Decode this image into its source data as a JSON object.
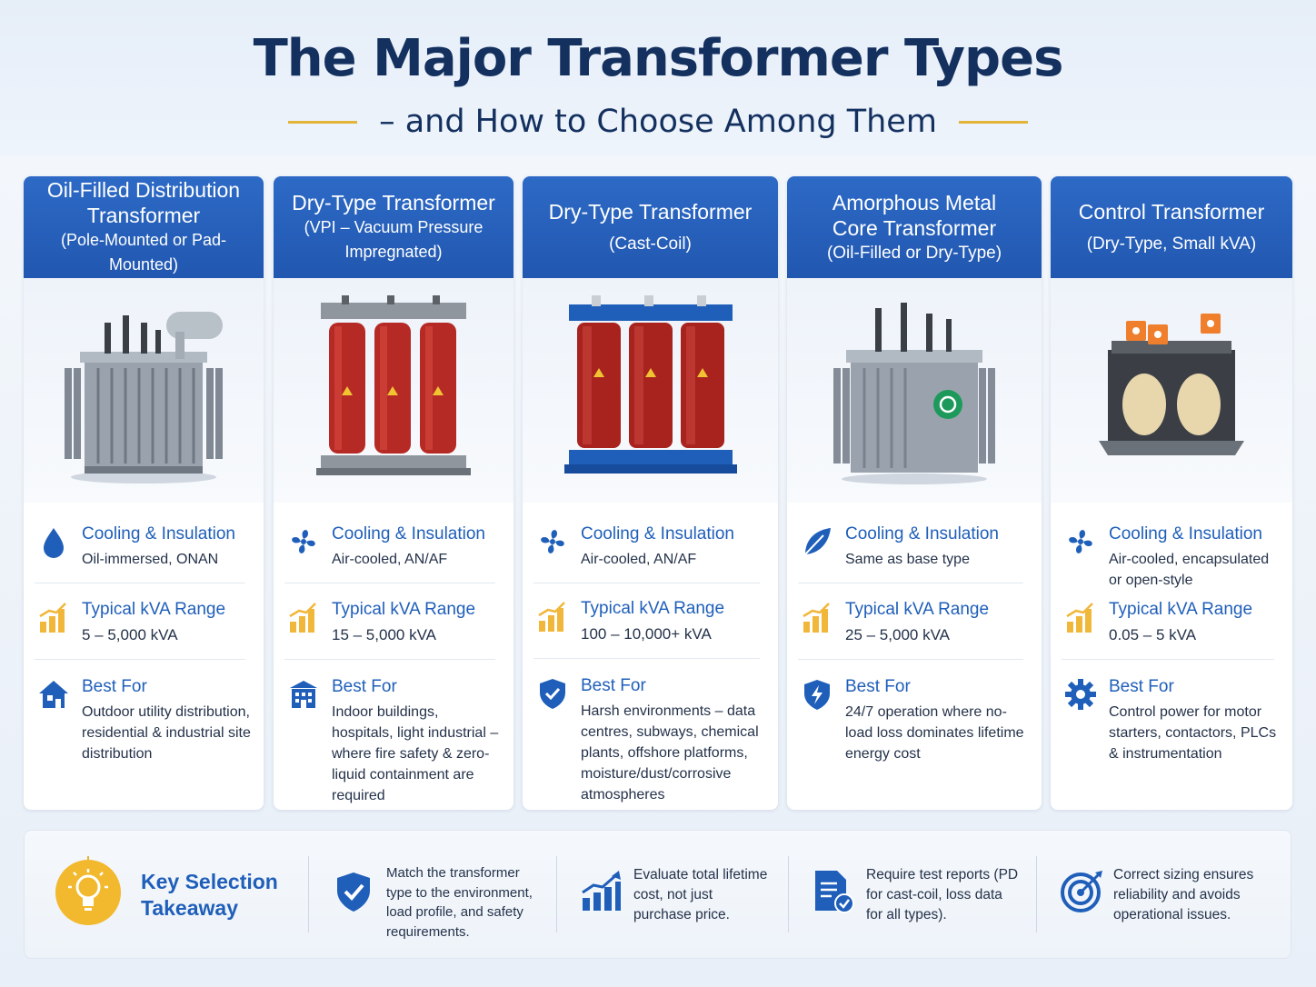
{
  "header": {
    "title": "The Major Transformer Types",
    "subtitle": "– and How to Choose Among Them"
  },
  "cards": [
    {
      "title": "Oil-Filled Distribution Transformer",
      "subtitle": "(Pole-Mounted or Pad-Mounted)",
      "cooling_label": "Cooling & Insulation",
      "cooling_value": "Oil-immersed, ONAN",
      "kva_label": "Typical kVA Range",
      "kva_value": "5 – 5,000 kVA",
      "best_label": "Best For",
      "best_value": "Outdoor utility distribution, residential & industrial site distribution"
    },
    {
      "title": "Dry-Type Transformer",
      "subtitle": "(VPI – Vacuum Pressure Impregnated)",
      "cooling_label": "Cooling & Insulation",
      "cooling_value": "Air-cooled, AN/AF",
      "kva_label": "Typical kVA Range",
      "kva_value": "15 – 5,000 kVA",
      "best_label": "Best For",
      "best_value": "Indoor buildings, hospitals, light industrial – where fire safety & zero-liquid containment are required"
    },
    {
      "title": "Dry-Type Transformer",
      "subtitle": "(Cast-Coil)",
      "cooling_label": "Cooling & Insulation",
      "cooling_value": "Air-cooled, AN/AF",
      "kva_label": "Typical kVA Range",
      "kva_value": "100 – 10,000+ kVA",
      "best_label": "Best For",
      "best_value": "Harsh environments – data centres, subways, chemical plants, offshore platforms, moisture/dust/corrosive atmospheres"
    },
    {
      "title": "Amorphous Metal Core Transformer",
      "subtitle": "(Oil-Filled or Dry-Type)",
      "cooling_label": "Cooling & Insulation",
      "cooling_value": "Same as base type",
      "kva_label": "Typical kVA Range",
      "kva_value": "25 – 5,000 kVA",
      "best_label": "Best For",
      "best_value": "24/7 operation where no-load loss dominates lifetime energy cost"
    },
    {
      "title": "Control Transformer",
      "subtitle": "(Dry-Type, Small kVA)",
      "cooling_label": "Cooling & Insulation",
      "cooling_value": "Air-cooled, encapsulated or open-style",
      "kva_label": "Typical kVA Range",
      "kva_value": "0.05 – 5 kVA",
      "best_label": "Best For",
      "best_value": "Control power for motor starters, contactors, PLCs & instrumentation"
    }
  ],
  "takeaway": {
    "title": "Key Selection Takeaway",
    "items": [
      "Match the transformer type to the environment, load profile, and safety requirements.",
      "Evaluate total lifetime cost, not just purchase price.",
      "Require test reports (PD for cast-coil, loss data for all types).",
      "Correct sizing ensures reliability and avoids operational issues."
    ]
  },
  "colors": {
    "brand_blue": "#2157b0",
    "title_navy": "#13305f",
    "accent_gold": "#e4b43a",
    "label_blue": "#1f5fba"
  },
  "icons": {
    "cooling": [
      "water-drop-icon",
      "fan-icon",
      "fan-icon",
      "leaf-icon",
      "fan-icon"
    ],
    "kva": "bar-chart-icon",
    "best": [
      "house-icon",
      "building-icon",
      "shield-check-icon",
      "bolt-icon",
      "gear-icon"
    ],
    "takeaway": [
      "lightbulb-icon",
      "shield-check-icon",
      "growth-chart-icon",
      "document-check-icon",
      "target-icon"
    ]
  }
}
